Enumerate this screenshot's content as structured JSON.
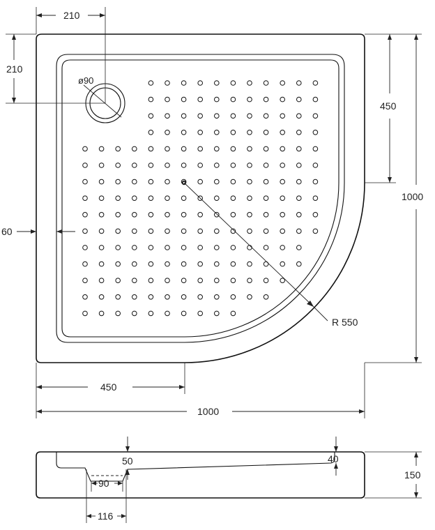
{
  "top_view": {
    "drain_offset_x": "210",
    "drain_offset_y": "210",
    "drain_diameter": "ø90",
    "corner_straight_vertical": "450",
    "overall_depth": "1000",
    "rim_width": "60",
    "radius": "R 550",
    "corner_straight_horizontal": "450",
    "overall_width": "1000"
  },
  "side_view": {
    "depth_at_drain": "50",
    "depth_at_far_end": "40",
    "drain_inner_width": "90",
    "drain_outer_width": "116",
    "total_height": "150"
  },
  "colors": {
    "line": "#111111",
    "background": "#ffffff"
  }
}
